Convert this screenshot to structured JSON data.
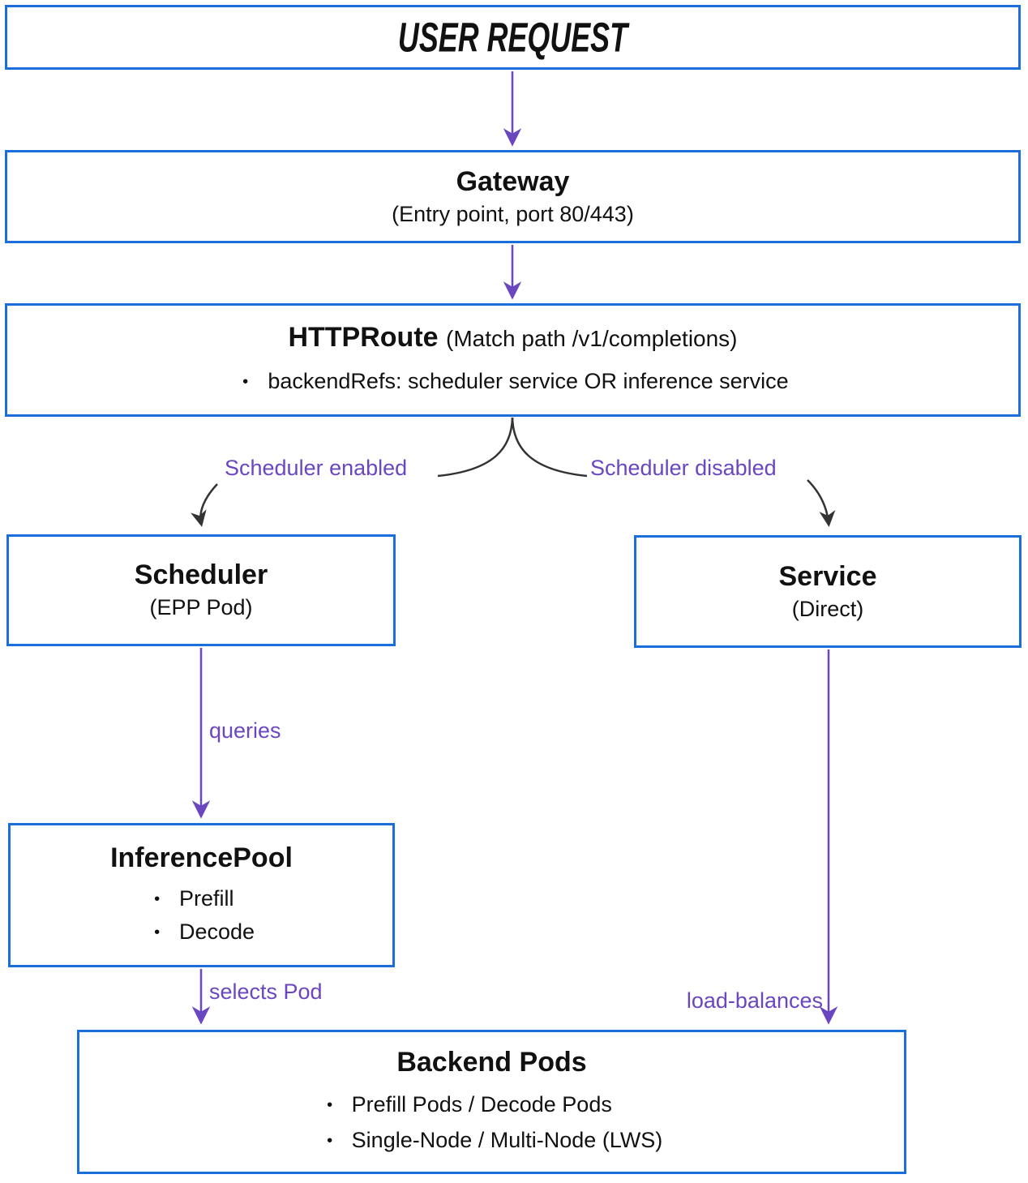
{
  "colors": {
    "box_border": "#1b6fdb",
    "box_fill": "#ffffff",
    "purple": "#6b46c1",
    "dark": "#333333",
    "text": "#111111"
  },
  "nodes": {
    "user_request": {
      "title": "USER REQUEST"
    },
    "gateway": {
      "title": "Gateway",
      "subtitle": "(Entry point, port 80/443)"
    },
    "httproute": {
      "title": "HTTPRoute",
      "title_note": "(Match path /v1/completions)",
      "bullets": [
        "backendRefs: scheduler service OR inference service"
      ]
    },
    "scheduler": {
      "title": "Scheduler",
      "subtitle": "(EPP Pod)"
    },
    "service": {
      "title": "Service",
      "subtitle": "(Direct)"
    },
    "inference_pool": {
      "title": "InferencePool",
      "bullets": [
        "Prefill",
        "Decode"
      ]
    },
    "backend_pods": {
      "title": "Backend Pods",
      "bullets": [
        "Prefill Pods / Decode Pods",
        "Single-Node / Multi-Node (LWS)"
      ]
    }
  },
  "edges": {
    "scheduler_enabled": {
      "label": "Scheduler enabled"
    },
    "scheduler_disabled": {
      "label": "Scheduler disabled"
    },
    "queries": {
      "label": "queries"
    },
    "selects_pod": {
      "label": "selects Pod"
    },
    "load_balances": {
      "label": "load-balances"
    }
  }
}
